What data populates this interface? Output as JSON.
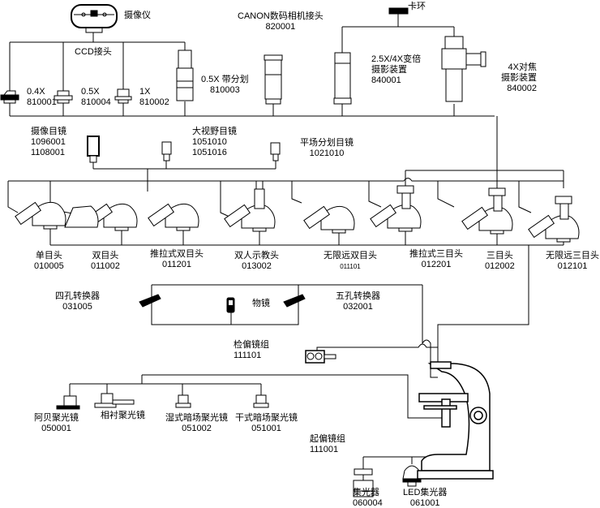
{
  "diagram": {
    "camera": {
      "name": "摄像仪"
    },
    "ccd": {
      "name": "CCD接头"
    },
    "adapters": [
      {
        "name": "0.4X",
        "code": "810001"
      },
      {
        "name": "0.5X",
        "code": "810004"
      },
      {
        "name": "1X",
        "code": "810002"
      },
      {
        "name": "0.5X 带分划",
        "code": "810003"
      }
    ],
    "canon": {
      "name": "CANON数码相机接头",
      "code": "820001"
    },
    "ring": {
      "name": "卡环"
    },
    "zoom_photo": {
      "name1": "2.5X/4X变倍",
      "name2": "摄影装置",
      "code": "840001"
    },
    "focus_photo": {
      "name1": "4X对焦",
      "name2": "摄影装置",
      "code": "840002"
    },
    "eyepieces": [
      {
        "name": "摄像目镜",
        "code1": "1096001",
        "code2": "1108001"
      },
      {
        "name": "大视野目镜",
        "code1": "1051010",
        "code2": "1051016"
      },
      {
        "name": "平场分划目镜",
        "code1": "1021010"
      }
    ],
    "heads": [
      {
        "name": "单目头",
        "code": "010005"
      },
      {
        "name": "双目头",
        "code": "011002"
      },
      {
        "name": "推拉式双目头",
        "code": "011201"
      },
      {
        "name": "双人示教头",
        "code": "013002"
      },
      {
        "name": "无限远双目头",
        "code": "011101"
      },
      {
        "name": "推拉式三目头",
        "code": "012201"
      },
      {
        "name": "三目头",
        "code": "012002"
      },
      {
        "name": "无限远三目头",
        "code": "012101"
      }
    ],
    "nosepiece4": {
      "name": "四孔转换器",
      "code": "031005"
    },
    "objective": {
      "name": "物镜"
    },
    "nosepiece5": {
      "name": "五孔转换器",
      "code": "032001"
    },
    "analyzer": {
      "name": "检偏镜组",
      "code": "111101"
    },
    "condensers": [
      {
        "name": "阿贝聚光镜",
        "code": "050001"
      },
      {
        "name": "相衬聚光镜"
      },
      {
        "name": "湿式暗场聚光镜",
        "code": "051002"
      },
      {
        "name": "干式暗场聚光镜",
        "code": "051001"
      }
    ],
    "polarizer": {
      "name": "起偏镜组",
      "code": "111001"
    },
    "collector": {
      "name": "集光器",
      "code": "060004"
    },
    "led_collector": {
      "name": "LED集光器",
      "code": "061001"
    }
  }
}
